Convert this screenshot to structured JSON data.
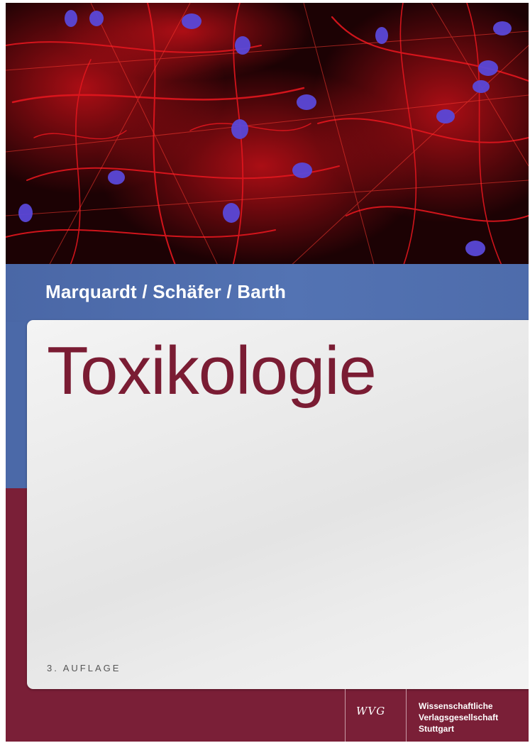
{
  "cover": {
    "authors": "Marquardt / Schäfer / Barth",
    "title": "Toxikologie",
    "edition": "3. AUFLAGE",
    "hero_image": "fluorescence-microscopy-cells",
    "publisher": {
      "logo": "WVG",
      "lines": [
        "Wissenschaftliche",
        "Verlagsgesellschaft",
        "Stuttgart"
      ]
    }
  },
  "colors": {
    "maroon": "#7a1f37",
    "blue": "#4a67a6",
    "title": "#7a1c33",
    "actin_red": "#e0141c",
    "nucleus_blue": "#5a48d8"
  }
}
